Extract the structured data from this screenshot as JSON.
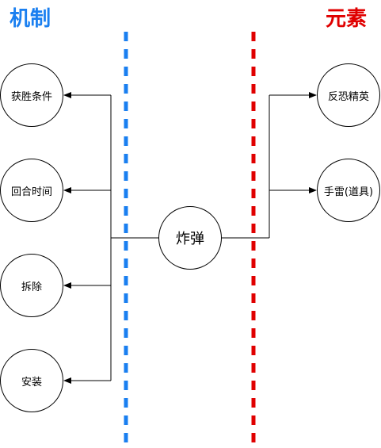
{
  "headers": {
    "left": "机制",
    "right": "元素"
  },
  "colors": {
    "left_header": "#1a7ff0",
    "right_header": "#e00000",
    "left_divider": "#1a7ff0",
    "right_divider": "#e00000",
    "connector": "#000000"
  },
  "center_node": {
    "label": "炸弹"
  },
  "left_nodes": [
    {
      "label": "获胜条件"
    },
    {
      "label": "回合时间"
    },
    {
      "label": "拆除"
    },
    {
      "label": "安装"
    }
  ],
  "right_nodes": [
    {
      "label": "反恐精英"
    },
    {
      "label": "手雷(道具)"
    }
  ]
}
